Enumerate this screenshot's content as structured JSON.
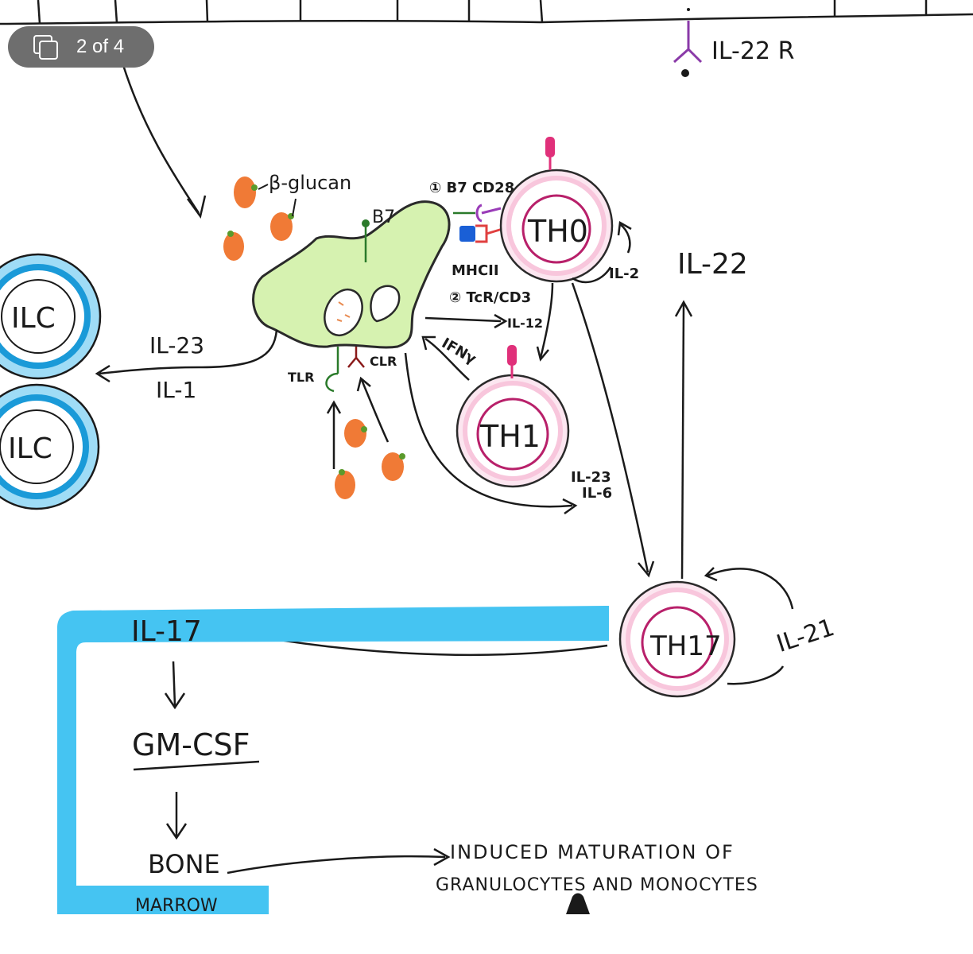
{
  "gallery": {
    "counter": "2 of 4"
  },
  "labels": {
    "il22r": "IL-22 R",
    "beta_glucan": "β-glucan",
    "b7_top": "B7",
    "b7_cd28": "① B7  CD28",
    "mhcii": "MHCII",
    "tcr_cd3": "② TcR/CD3",
    "th0": "TH0",
    "th1": "TH1",
    "th17": "TH17",
    "il2": "IL-2",
    "il22": "IL-22",
    "il12": "IL-12",
    "ifng": "IFNγ",
    "tlr": "TLR",
    "clr": "CLR",
    "il23_left": "IL-23",
    "il1": "IL-1",
    "ilc_top": "ILC",
    "ilc_bottom": "ILC",
    "il23_right": "IL-23",
    "il6": "IL-6",
    "il21": "IL-21",
    "il17": "IL-17",
    "gmcsf": "GM-CSF",
    "bone": "BONE",
    "marrow": "MARROW",
    "induced_line1": "INDUCED MATURATION OF",
    "induced_line2": "GRANULOCYTES AND MONOCYTES"
  },
  "colors": {
    "ink": "#1a1a1a",
    "fungus": "#f07a36",
    "apc_fill": "#d6f2b0",
    "ilc_ring": "#2aa7e6",
    "t_cell_ring": "#f8c6dc",
    "t_cell_inner": "#b8206a",
    "highlight": "#45c4f2",
    "receptor_magenta": "#e0307a",
    "mhc_blue": "#1a5fd6",
    "cd28_purple": "#9a3cb8"
  }
}
